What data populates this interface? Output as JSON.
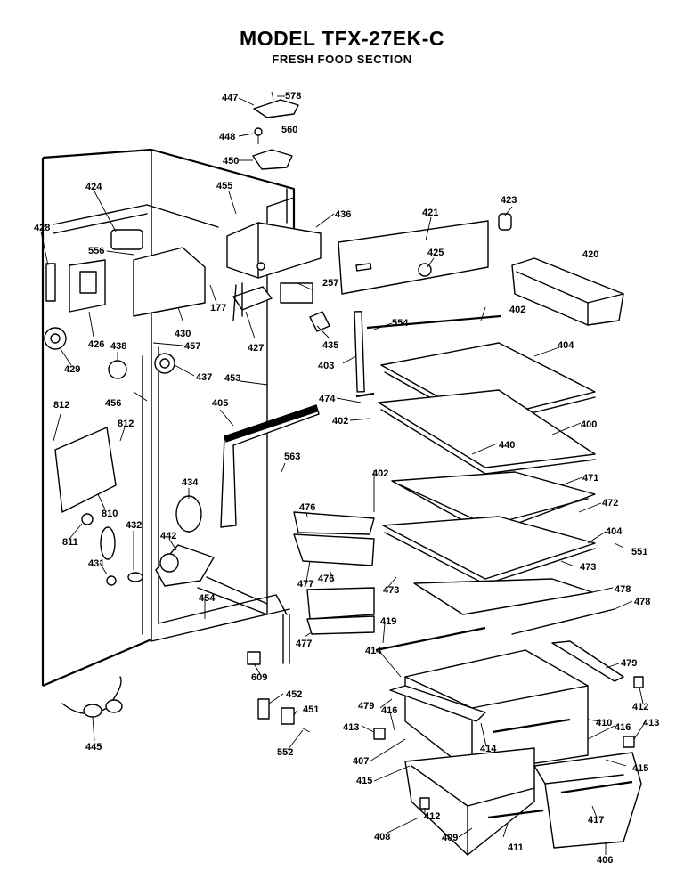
{
  "title": "MODEL TFX-27EK-C",
  "subtitle": "FRESH FOOD SECTION",
  "labels": {
    "p447": "447",
    "p578": "578",
    "p448": "448",
    "p560": "560",
    "p450": "450",
    "p455": "455",
    "p436": "436",
    "p424": "424",
    "p428": "428",
    "p556": "556",
    "p177": "177",
    "p430": "430",
    "p426": "426",
    "p429": "429",
    "p438": "438",
    "p457": "457",
    "p437": "437",
    "p427": "427",
    "p257": "257",
    "p435": "435",
    "p421": "421",
    "p425": "425",
    "p423": "423",
    "p420": "420",
    "p554": "554",
    "p402a": "402",
    "p403": "403",
    "p404a": "404",
    "p453": "453",
    "p456": "456",
    "p474": "474",
    "p402b": "402",
    "p400": "400",
    "p440": "440",
    "p405": "405",
    "p812a": "812",
    "p812b": "812",
    "p810": "810",
    "p811": "811",
    "p563": "563",
    "p434": "434",
    "p432": "432",
    "p442": "442",
    "p431": "431",
    "p476a": "476",
    "p477a": "477",
    "p476b": "476",
    "p477b": "477",
    "p402c": "402",
    "p471": "471",
    "p472": "472",
    "p404b": "404",
    "p551": "551",
    "p473a": "473",
    "p473b": "473",
    "p478a": "478",
    "p478b": "478",
    "p454": "454",
    "p419": "419",
    "p414a": "414",
    "p479a": "479",
    "p609": "609",
    "p452": "452",
    "p451": "451",
    "p552": "552",
    "p445": "445",
    "p479b": "479",
    "p416a": "416",
    "p413a": "413",
    "p414b": "414",
    "p410": "410",
    "p416b": "416",
    "p413b": "413",
    "p412a": "412",
    "p407": "407",
    "p415a": "415",
    "p415b": "415",
    "p412b": "412",
    "p408": "408",
    "p409": "409",
    "p411": "411",
    "p417": "417",
    "p406": "406"
  }
}
